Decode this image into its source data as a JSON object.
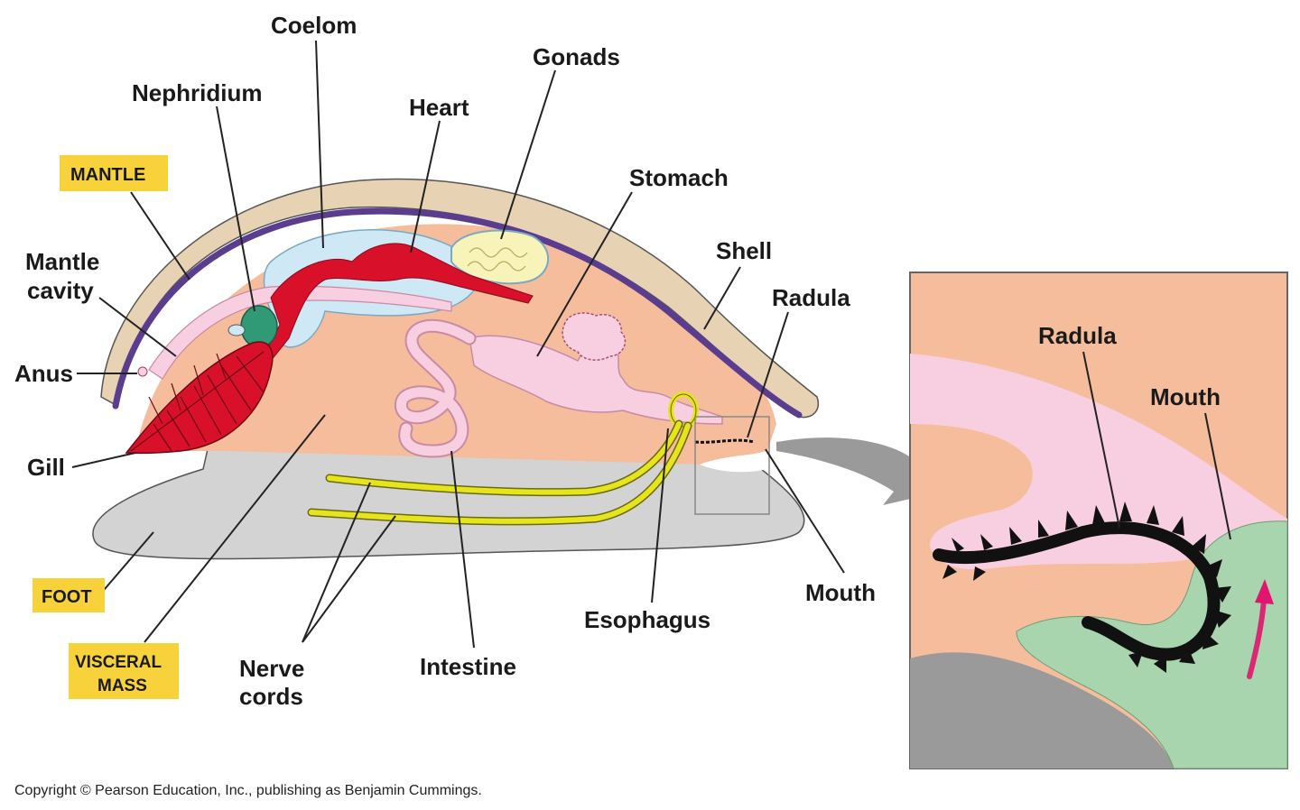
{
  "labels": {
    "coelom": "Coelom",
    "gonads": "Gonads",
    "nephridium": "Nephridium",
    "heart": "Heart",
    "mantle": "Mantle",
    "stomach": "Stomach",
    "mantle_cavity_1": "Mantle",
    "mantle_cavity_2": "cavity",
    "shell": "Shell",
    "radula": "Radula",
    "anus": "Anus",
    "gill": "Gill",
    "foot": "Foot",
    "visceral_mass_1": "Visceral",
    "visceral_mass_2": "mass",
    "nerve_cords_1": "Nerve",
    "nerve_cords_2": "cords",
    "intestine": "Intestine",
    "esophagus": "Esophagus",
    "mouth": "Mouth",
    "inset_radula": "Radula",
    "inset_mouth": "Mouth"
  },
  "copyright": "Copyright © Pearson Education, Inc., publishing as Benjamin Cummings.",
  "colors": {
    "shell": "#e8d2b4",
    "mantle_line": "#5b3d8f",
    "visceral": "#f6bd9d",
    "foot": "#d3d3d3",
    "coelom": "#cfe8f5",
    "heart": "#d8102a",
    "gill": "#d8102a",
    "digestive": "#f7cfe0",
    "gonads": "#f8f3b8",
    "nephridium": "#2f9a75",
    "nerve": "#e6e41c",
    "radula_tissue": "#a8d5ae",
    "label_box": "#f7d23a",
    "arrow_grey": "#9a9a9a",
    "arrow_pink": "#e0156f"
  }
}
